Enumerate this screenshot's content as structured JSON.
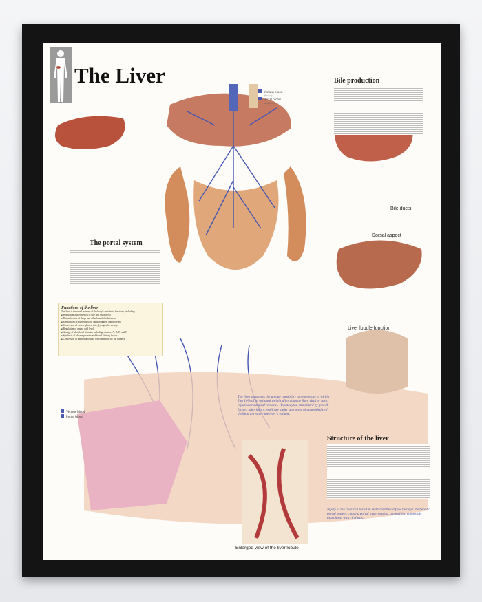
{
  "poster": {
    "title": "The Liver",
    "sections": {
      "bile_production": "Bile production",
      "portal_system": "The portal system",
      "bile_ducts": "Bile ducts",
      "dorsal_aspect": "Dorsal aspect",
      "lobule_function": "Liver lobule function",
      "structure": "Structure of the liver",
      "enlarged_caption": "Enlarged view of the liver lobule"
    },
    "legend": {
      "venous": "Venous blood",
      "venous_note": "(filtered)",
      "portal": "Portal blood",
      "portal_note": "(unfiltered)",
      "venous_color": "#4a5bb0",
      "portal_color": "#4a5bb0"
    },
    "functions": {
      "heading": "Functions of the liver",
      "intro": "The liver is involved in many of the body's metabolic functions, including:",
      "items": [
        "Production and excretion of bile and cholesterol",
        "Detoxification of drugs and other harmful substances",
        "Metabolism of nutrients (fats, carbohydrates, and proteins)",
        "Conversion of excess glucose into glycogen for storage",
        "Regulation of amino acid levels",
        "Storage of blood and vitamins including vitamins A, D, E, and K",
        "Synthesis of plasma proteins and blood clotting factors",
        "Conversion of ammonia to urea for elimination by the kidneys"
      ]
    },
    "regeneration_note": "The liver possesses the unique capability to regenerate to within 5 to 10% of its original weight after damage from viral or toxic injuries or surgical removal. Hepatocytes, stimulated by growth factors after injury, replicate under a process of controlled cell division to restore the liver's volume.",
    "injury_note": "Injury to the liver can result in restricted blood flow through the hepatic portal system, causing portal hypertension, a condition commonly associated with cirrhosis."
  }
}
